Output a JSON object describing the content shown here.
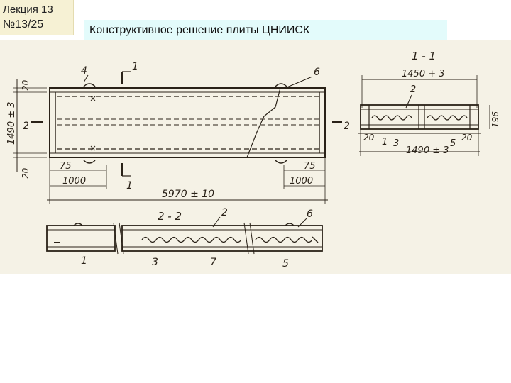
{
  "header": {
    "lecture_label": "Лекция 13",
    "slide_number": "№13/25",
    "title": "Конструктивное решение плиты ЦНИИСК"
  },
  "drawing": {
    "plan_view": {
      "callouts": [
        "4",
        "1",
        "6",
        "2",
        "2",
        "1"
      ],
      "dims": {
        "left_top": "20",
        "left_height": "1490 ± 3",
        "left_bottom": "20",
        "edge_left": "75",
        "edge_right": "75",
        "end_left": "1000",
        "end_right": "1000",
        "overall_length": "5970 ± 10"
      }
    },
    "section_1_1": {
      "title": "1 - 1",
      "width_top": "1450 + 3",
      "callouts": [
        "2",
        "1",
        "3",
        "5"
      ],
      "dims": {
        "left": "20",
        "right": "20",
        "height": "196",
        "width_bottom": "1490 ± 3"
      }
    },
    "section_2_2": {
      "title": "2 - 2",
      "callouts": [
        "2",
        "6",
        "1",
        "3",
        "7",
        "5"
      ]
    }
  },
  "colors": {
    "paper": "#f5f2e6",
    "ink": "#2a2218",
    "lecture_box": "#f6f1d4",
    "title_bar": "#e3fbfb"
  }
}
